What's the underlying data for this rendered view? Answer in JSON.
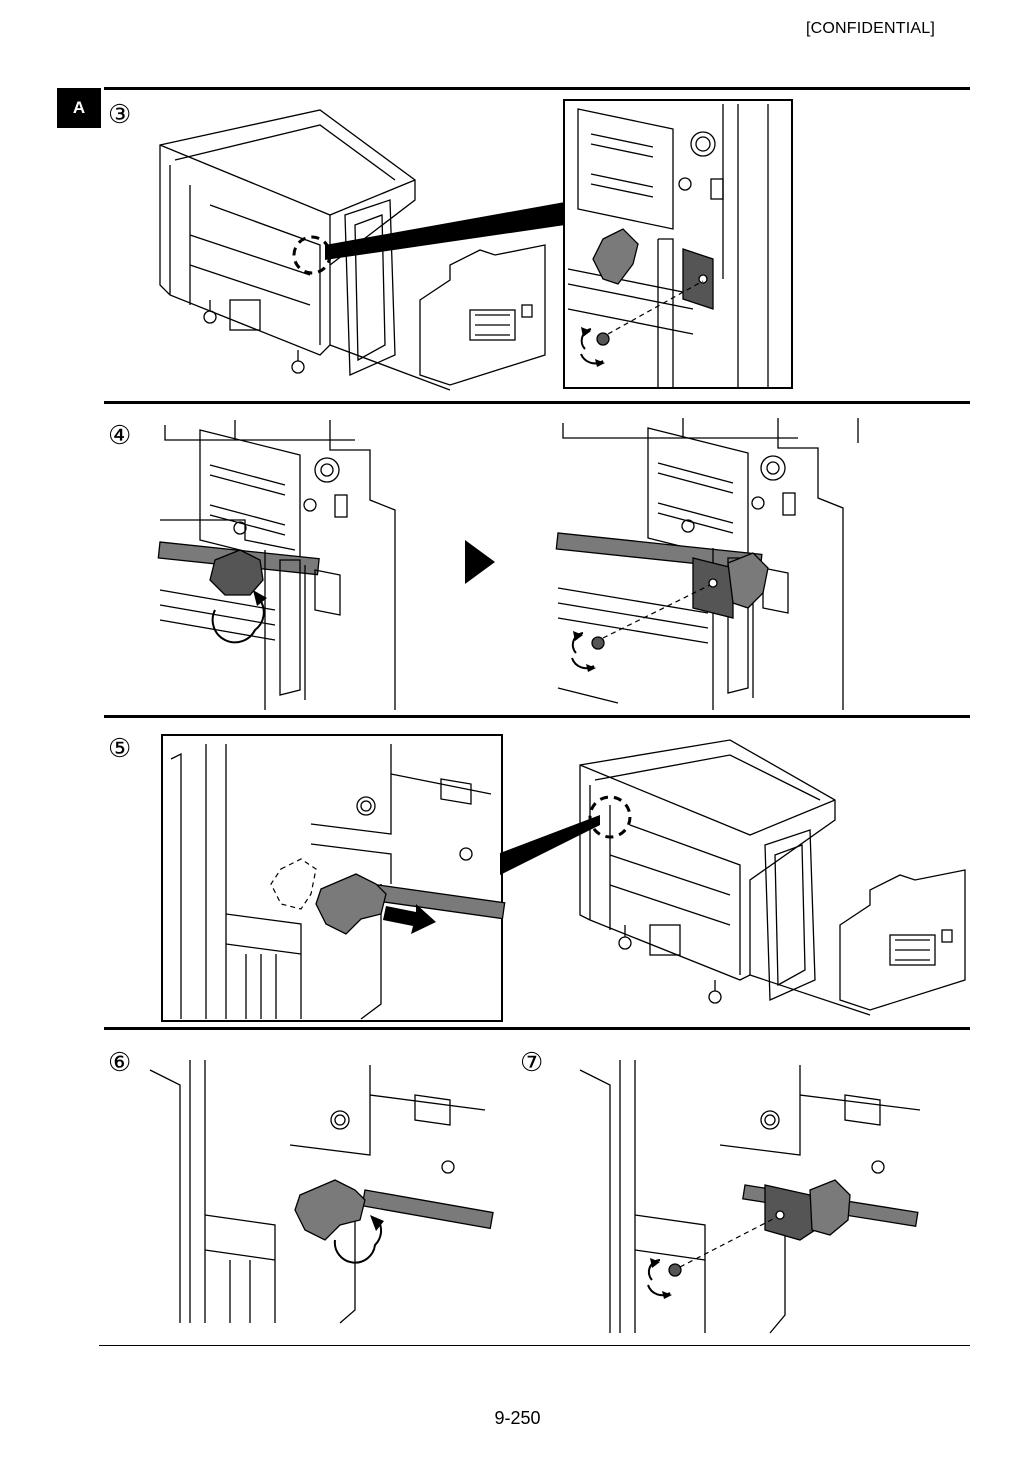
{
  "header": {
    "confidential": "[CONFIDENTIAL]",
    "section_tag": "A"
  },
  "steps": [
    {
      "number": "③"
    },
    {
      "number": "④"
    },
    {
      "number": "⑤"
    },
    {
      "number": "⑥"
    },
    {
      "number": "⑦"
    }
  ],
  "footer": {
    "page_number": "9-250"
  }
}
